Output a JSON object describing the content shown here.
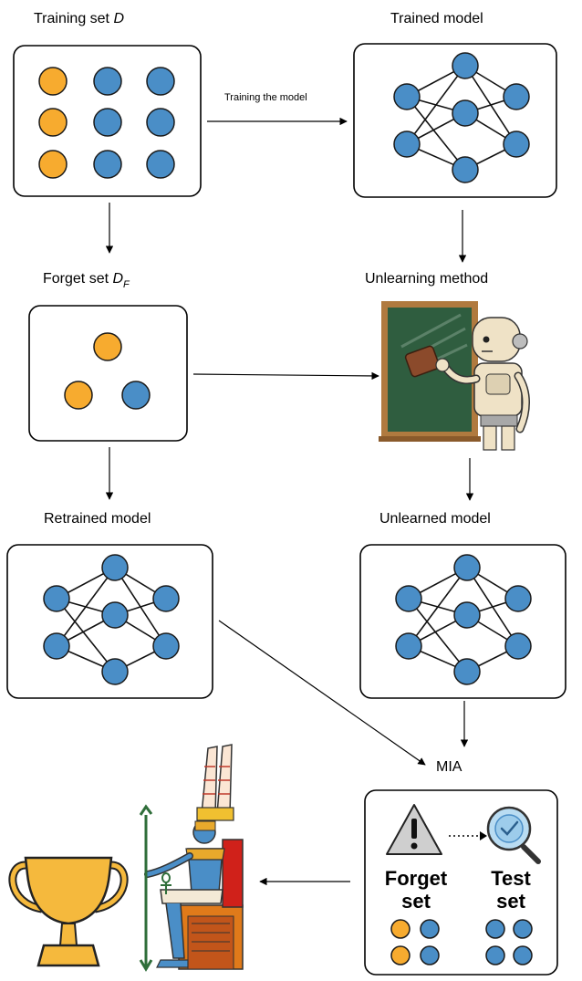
{
  "labels": {
    "training_set": "Training set ",
    "training_set_var": "D",
    "trained_model": "Trained model",
    "training_arrow": "Training the model",
    "forget_set": "Forget set ",
    "forget_set_var": "D",
    "forget_set_sub": "F",
    "unlearning_method": "Unlearning method",
    "retrained_model": "Retrained model",
    "unlearned_model": "Unlearned model",
    "mia": "MIA",
    "forget_line1": "Forget",
    "forget_line2": "set",
    "test_line1": "Test",
    "test_line2": "set"
  },
  "colors": {
    "orange": "#f7ab2f",
    "blue": "#4a8ec7",
    "gold": "#f5b93d",
    "board": "#2f5d3f"
  },
  "icons": [
    "warning-icon",
    "magnifier-check-icon",
    "robot-eraser-illustration",
    "trophy-icon",
    "egyptian-god-illustration"
  ]
}
